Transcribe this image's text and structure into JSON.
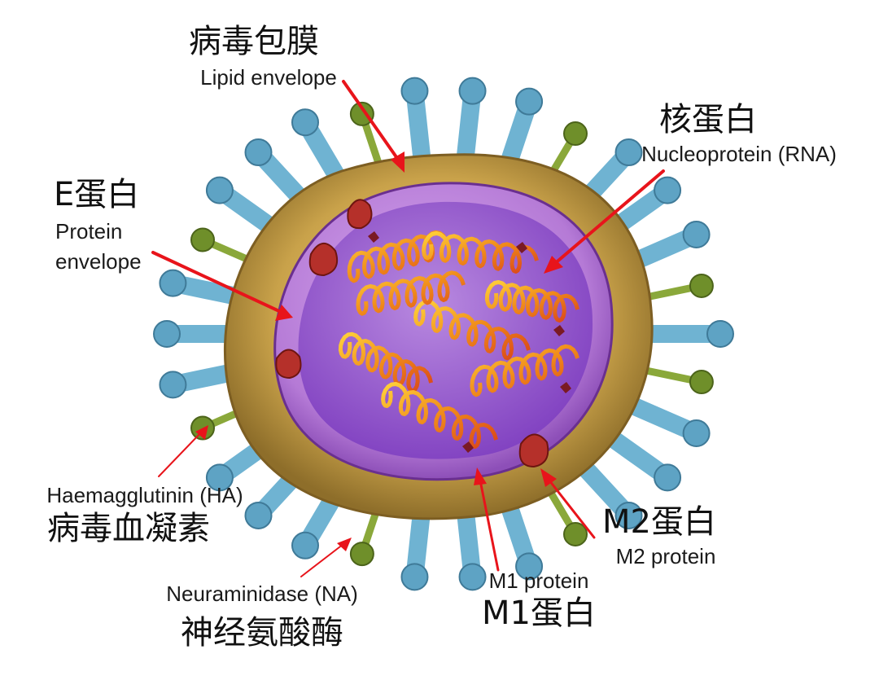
{
  "labels": {
    "lipid_envelope": {
      "zh": "病毒包膜",
      "en": "Lipid envelope"
    },
    "nucleoprotein": {
      "zh": "核蛋白",
      "en": "Nucleoprotein (RNA)"
    },
    "protein_envelope": {
      "zh": "E蛋白",
      "en_line1": "Protein",
      "en_line2": "envelope"
    },
    "haemagglutinin": {
      "en": "Haemagglutinin (HA)",
      "zh": "病毒血凝素"
    },
    "neuraminidase": {
      "en": "Neuraminidase (NA)",
      "zh": "神经氨酸酶"
    },
    "m1_protein": {
      "en": "M1 protein",
      "zh": "M1蛋白"
    },
    "m2_protein": {
      "zh": "M2蛋白",
      "en": "M2 protein"
    }
  },
  "colors": {
    "arrow": "#e8141b",
    "spike_ha": "#6fb3d2",
    "spike_na": "#8aa83a",
    "lipid_layer": "#c9a24a",
    "inner_membrane": "#b57ad6",
    "core": "#9b5fd0",
    "rna_coil": "#f0a020",
    "m2_protein": "#b5302a"
  }
}
